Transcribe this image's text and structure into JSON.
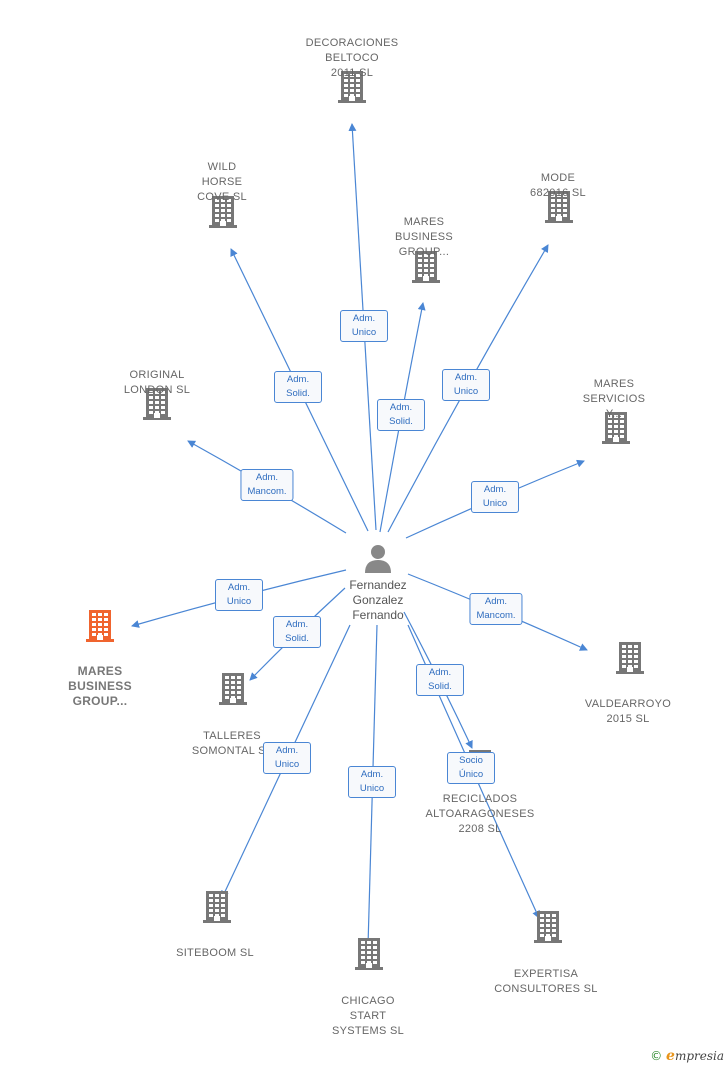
{
  "colors": {
    "edge": "#4a86d4",
    "company": "#777777",
    "company_highlight": "#f0642e",
    "person": "#888888",
    "box_text": "#2f6dbf"
  },
  "person": {
    "name": "Fernandez\nGonzalez\nFernando",
    "icon": "person-icon"
  },
  "companies": [
    {
      "id": "decoraciones",
      "label": "DECORACIONES\nBELTOCO\n2011 SL",
      "icon": "building-icon"
    },
    {
      "id": "wild_horse",
      "label": "WILD\nHORSE\nCOVE SL",
      "icon": "building-icon"
    },
    {
      "id": "mares_business_top",
      "label": "MARES\nBUSINESS\nGROUP...",
      "icon": "building-icon"
    },
    {
      "id": "mode",
      "label": "MODE\n682016 SL",
      "icon": "building-icon"
    },
    {
      "id": "original_london",
      "label": "ORIGINAL\nLONDON SL",
      "icon": "building-icon"
    },
    {
      "id": "mares_servicios",
      "label": "MARES\nSERVICIOS\nY...",
      "icon": "building-icon"
    },
    {
      "id": "mares_business_main",
      "label": "MARES\nBUSINESS\nGROUP...",
      "icon": "building-icon",
      "highlight": true
    },
    {
      "id": "talleres",
      "label": "TALLERES\nSOMONTAL SL",
      "icon": "building-icon"
    },
    {
      "id": "valdearroyo",
      "label": "VALDEARROYO\n2015 SL",
      "icon": "building-icon"
    },
    {
      "id": "reciclados",
      "label": "RECICLADOS\nALTOARAGONESES\n2208 SL",
      "icon": "building-icon"
    },
    {
      "id": "siteboom",
      "label": "SITEBOOM SL",
      "icon": "building-icon"
    },
    {
      "id": "chicago",
      "label": "CHICAGO\nSTART\nSYSTEMS SL",
      "icon": "building-icon"
    },
    {
      "id": "expertisa",
      "label": "EXPERTISA\nCONSULTORES SL",
      "icon": "building-icon"
    }
  ],
  "relations": [
    {
      "to": "decoraciones",
      "label": "Adm.\nUnico"
    },
    {
      "to": "wild_horse",
      "label": "Adm.\nSolid."
    },
    {
      "to": "mares_business_top",
      "label": "Adm.\nSolid."
    },
    {
      "to": "mode",
      "label": "Adm.\nUnico"
    },
    {
      "to": "original_london",
      "label": "Adm.\nMancom."
    },
    {
      "to": "mares_servicios",
      "label": "Adm.\nUnico"
    },
    {
      "to": "mares_business_main",
      "label": "Adm.\nUnico"
    },
    {
      "to": "talleres",
      "label": "Adm.\nSolid."
    },
    {
      "to": "valdearroyo",
      "label": "Adm.\nMancom."
    },
    {
      "to": "reciclados",
      "label": "Adm.\nSolid."
    },
    {
      "to": "siteboom",
      "label": "Adm.\nUnico"
    },
    {
      "to": "chicago",
      "label": "Adm.\nUnico"
    },
    {
      "to": "expertisa",
      "label": "Socio\nÚnico"
    }
  ],
  "brand": {
    "copyright": "©",
    "initial": "e",
    "name": "mpresia"
  }
}
